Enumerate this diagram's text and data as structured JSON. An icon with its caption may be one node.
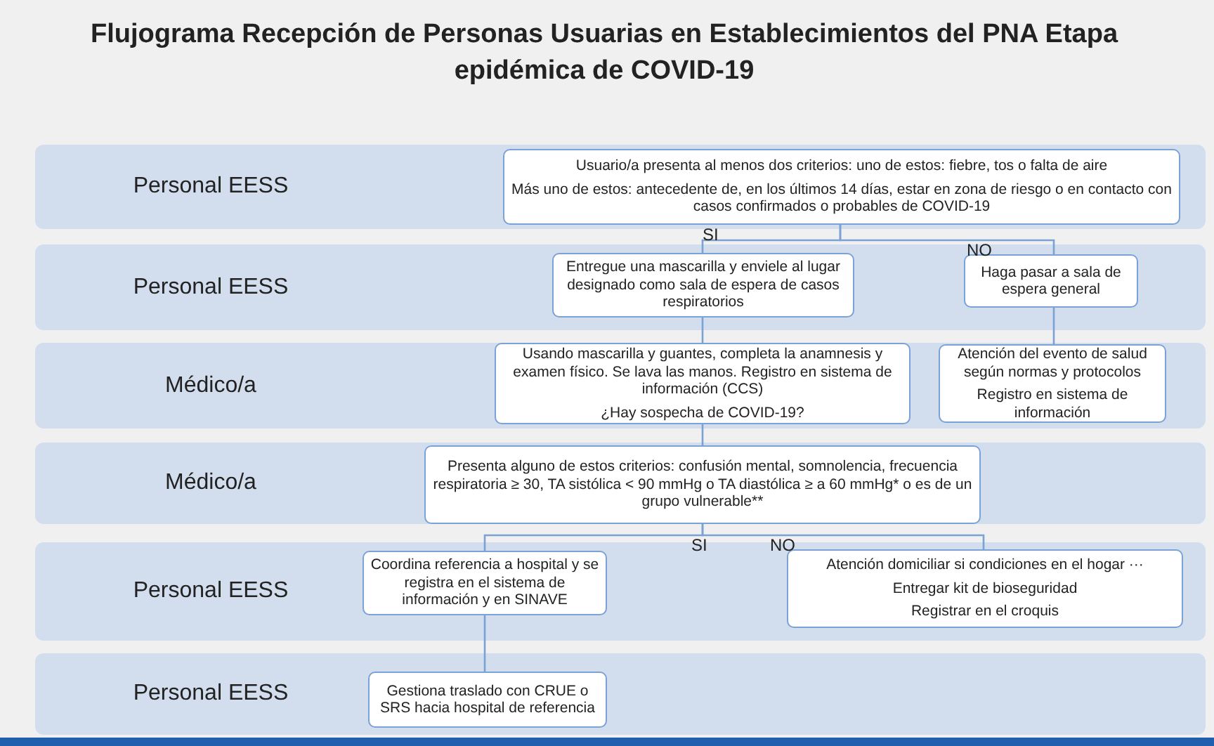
{
  "diagram": {
    "title": "Flujograma Recepción de Personas Usuarias en Establecimientos del PNA Etapa epidémica de COVID-19",
    "nodes": [
      {
        "text": [
          "Personal EESS"
        ]
      },
      {
        "text": [
          "Usuario/a presenta al menos dos criterios: uno  de estos: fiebre, tos o falta de aire",
          "Más uno de estos: antecedente de, en los últimos 14 días, estar en zona de riesgo o en contacto con casos confirmados o probables de COVID-19"
        ],
        "in": 0
      },
      {
        "text": [
          "Personal EESS"
        ]
      },
      {
        "text": [
          "Entregue una mascarilla y enviele al lugar designado como sala de espera de casos respiratorios"
        ],
        "in": 2
      },
      {
        "text": [
          "Haga pasar a sala de espera general"
        ],
        "in": 2
      },
      {
        "text": [
          "Médico/a"
        ]
      },
      {
        "text": [
          "Usando mascarilla y guantes, completa la anamnesis y examen físico. Se lava las manos. Registro en sistema de información (CCS)",
          "¿Hay sospecha de COVID-19?"
        ],
        "in": 5
      },
      {
        "text": [
          "Atención del evento de salud según normas y protocolos",
          "Registro en sistema de información"
        ],
        "in": 5
      },
      {
        "text": [
          "Médico/a"
        ]
      },
      {
        "text": [
          "Presenta alguno de estos criterios: confusión mental, somnolencia, frecuencia respiratoria ≥ 30, TA sistólica < 90 mmHg o TA diastólica ≥ a 60 mmHg* o es de un grupo vulnerable**"
        ],
        "in": 8
      },
      {
        "text": [
          "Personal EESS"
        ]
      },
      {
        "text": [
          "Coordina referencia a hospital y se registra en el sistema de información y en SINAVE"
        ],
        "in": 10
      },
      {
        "text": [
          "Atención domiciliar si condiciones en el hogar ···",
          "Entregar kit de bioseguridad",
          "Registrar en el croquis"
        ],
        "in": 10
      },
      {
        "text": [
          "Personal EESS"
        ]
      },
      {
        "text": [
          "Gestiona traslado con CRUE o SRS hacia hospital de referencia"
        ],
        "in": 13
      }
    ],
    "edges": [
      {
        "from": 1,
        "to": 3,
        "arrow": "none",
        "label": "SI"
      },
      {
        "from": 1,
        "to": 4,
        "arrow": "none",
        "label": "NO"
      },
      {
        "from": 3,
        "to": 6,
        "arrow": "none"
      },
      {
        "from": 4,
        "to": 7,
        "arrow": "none"
      },
      {
        "from": 6,
        "to": 9,
        "arrow": "none"
      },
      {
        "from": 9,
        "to": 11,
        "arrow": "none",
        "label": "SI"
      },
      {
        "from": 9,
        "to": 12,
        "arrow": "none",
        "label": "NO"
      },
      {
        "from": 11,
        "to": 14,
        "arrow": "none"
      }
    ]
  }
}
